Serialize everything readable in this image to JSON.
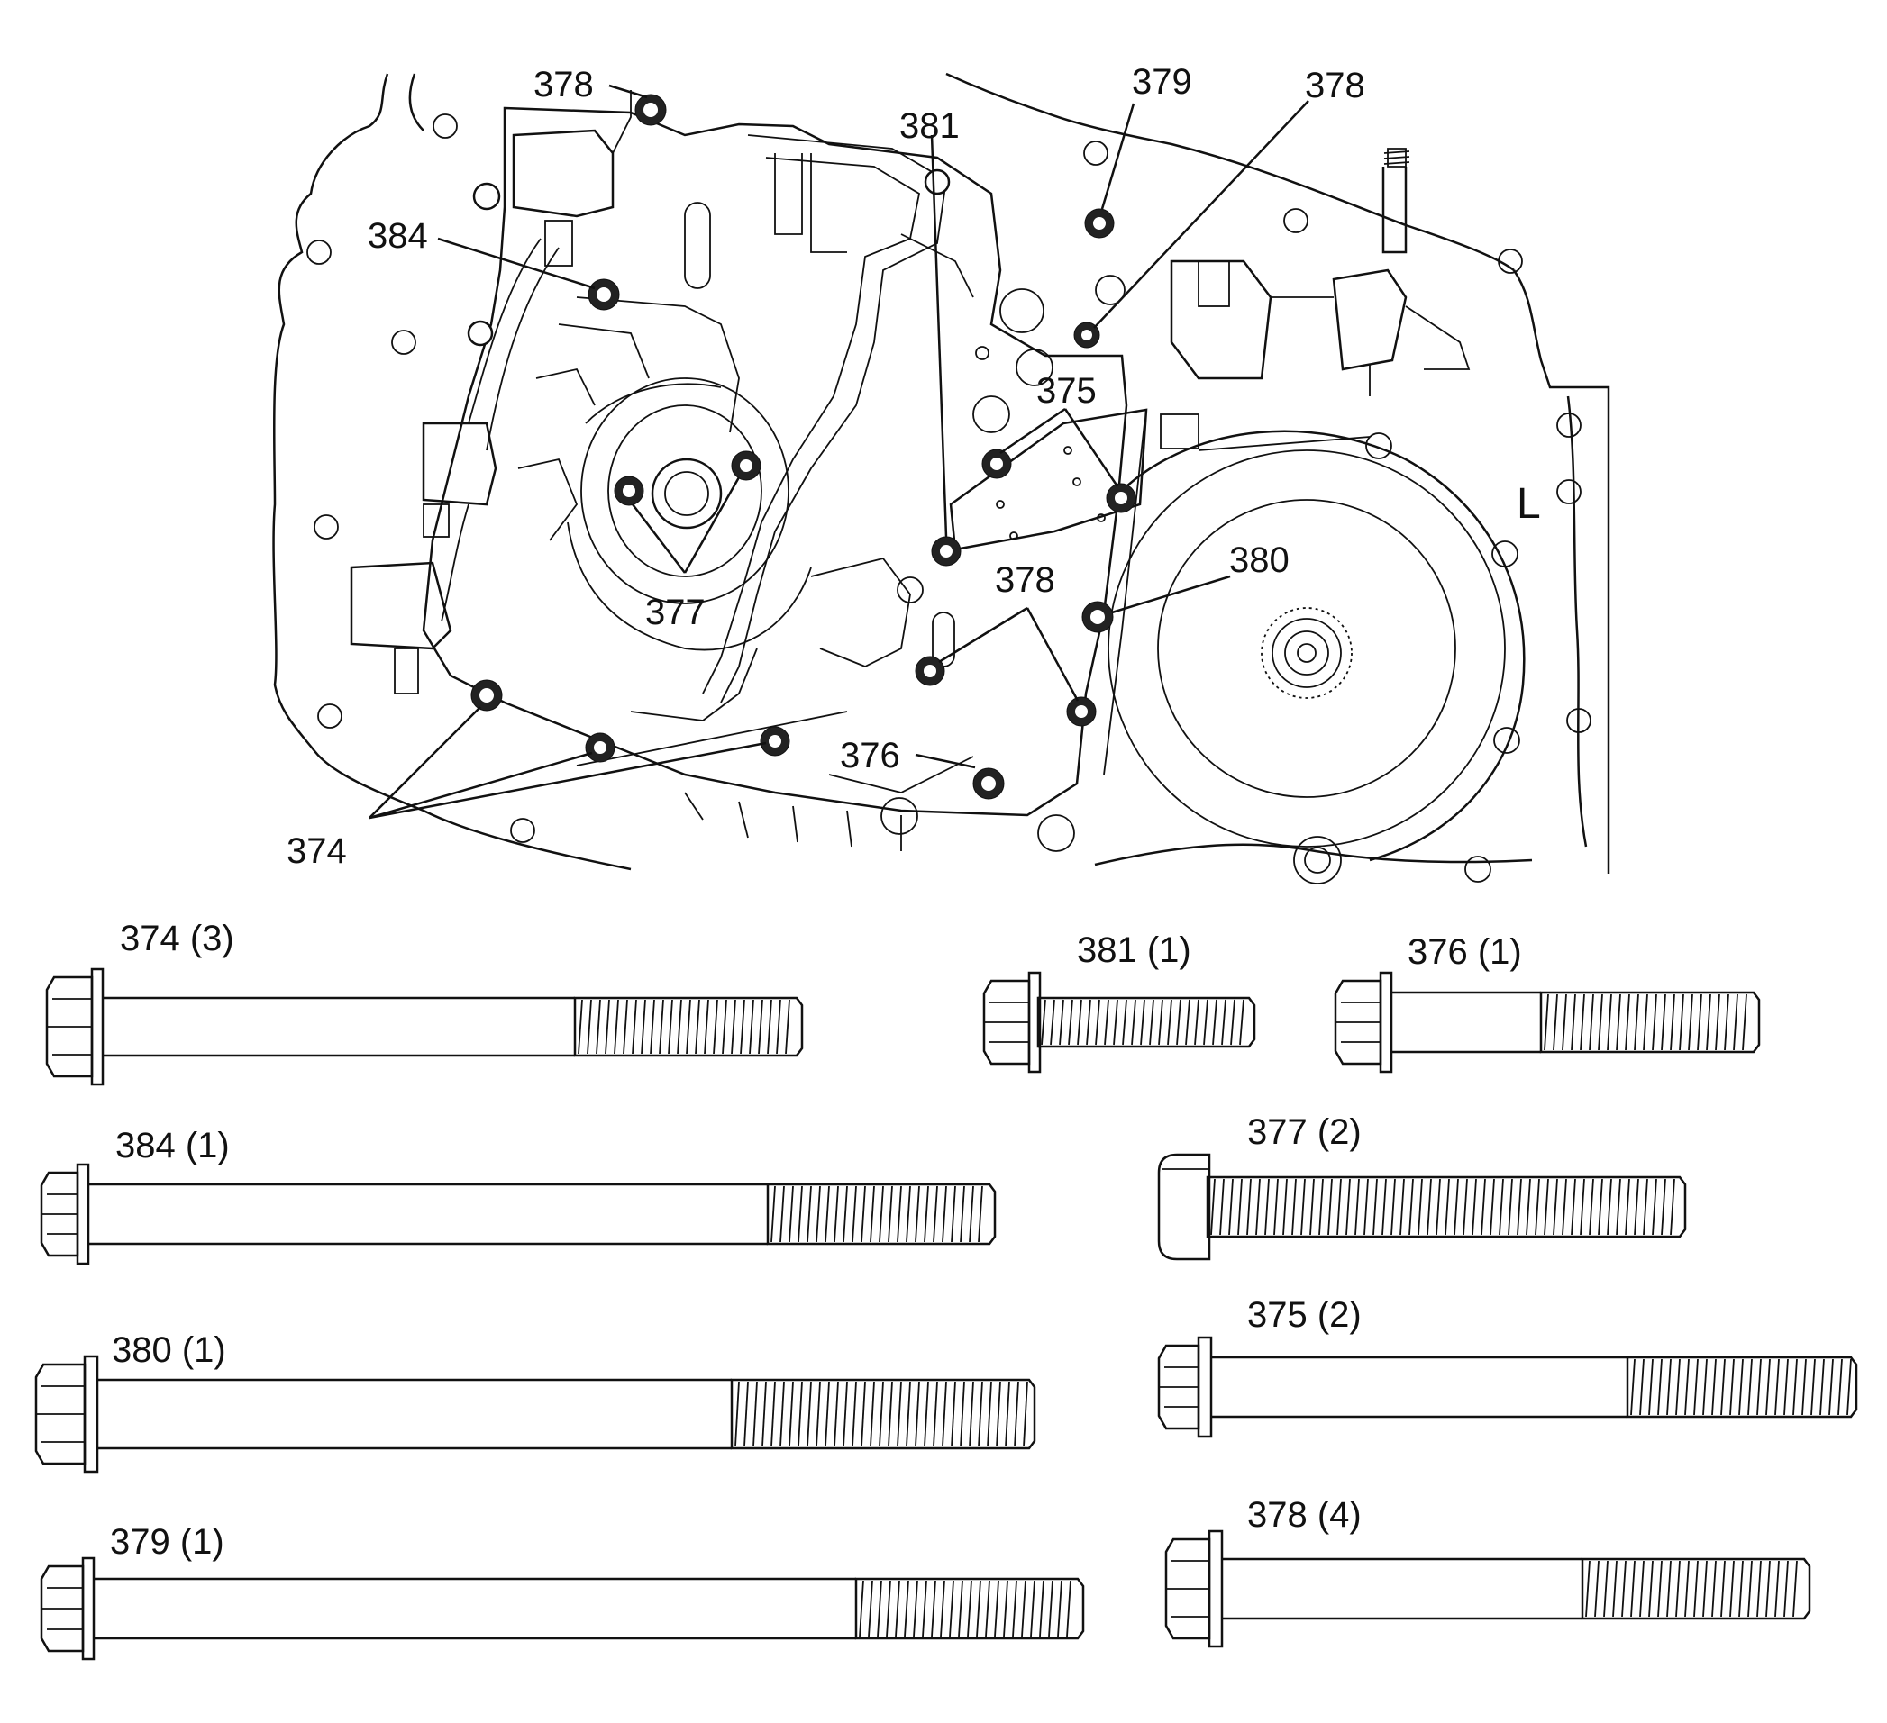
{
  "diagram": {
    "callouts": {
      "c378_top_left": "378",
      "c379": "379",
      "c378_top_right": "378",
      "c381": "381",
      "c384": "384",
      "c375": "375",
      "c377": "377",
      "c378_mid": "378",
      "c380": "380",
      "c376": "376",
      "c374": "374",
      "side_letter": "L"
    },
    "bolts": [
      {
        "label": "374 (3)"
      },
      {
        "label": "381 (1)"
      },
      {
        "label": "376 (1)"
      },
      {
        "label": "384 (1)"
      },
      {
        "label": "377 (2)"
      },
      {
        "label": "380 (1)"
      },
      {
        "label": "375 (2)"
      },
      {
        "label": "379 (1)"
      },
      {
        "label": "378 (4)"
      }
    ]
  }
}
